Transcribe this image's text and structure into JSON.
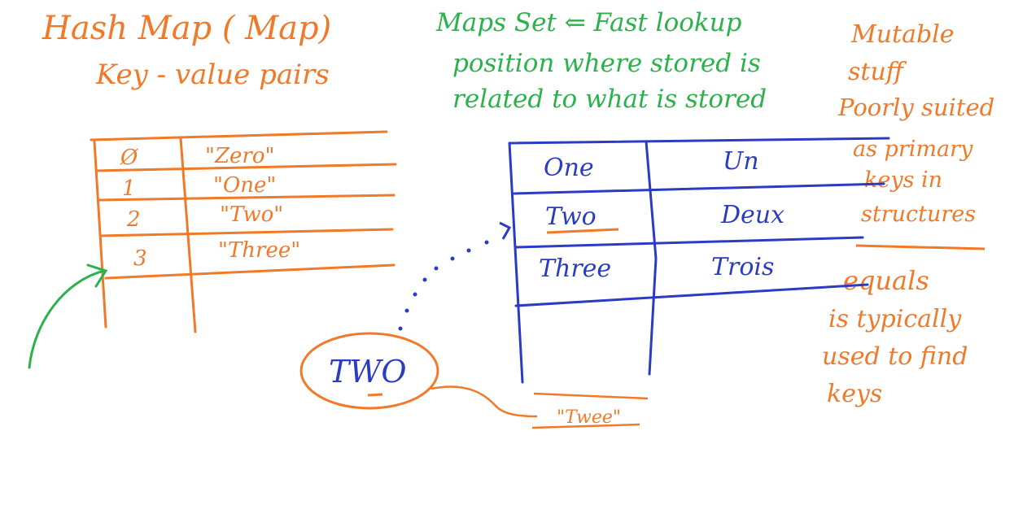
{
  "colors": {
    "orange": "#f07a2a",
    "green": "#2bb24c",
    "blue": "#2b3cc4",
    "background": "#ffffff"
  },
  "title": {
    "line1": "Hash Map  ( Map)",
    "line2": "Key - value pairs"
  },
  "green_note": {
    "line1": "Maps Set ⇐ Fast lookup",
    "line2": "position where stored is",
    "line3": "related to what is stored"
  },
  "right_note": {
    "line1": "Mutable",
    "line2": "stuff",
    "line3": "Poorly suited",
    "line4": "as primary",
    "line5": "keys in",
    "line6": "structures",
    "line7": "equals",
    "line8": "is typically",
    "line9": "used to find",
    "line10": "keys"
  },
  "array_table": {
    "rows": [
      {
        "index": "Ø",
        "value": "\"Zero\""
      },
      {
        "index": "1",
        "value": "\"One\""
      },
      {
        "index": "2",
        "value": "\"Two\""
      },
      {
        "index": "3",
        "value": "\"Three\""
      }
    ]
  },
  "map_table": {
    "rows": [
      {
        "key": "One",
        "value": "Un"
      },
      {
        "key": "Two",
        "value": "Deux"
      },
      {
        "key": "Three",
        "value": "Trois"
      }
    ]
  },
  "lookup": {
    "key": "TWO",
    "result_fragment": "\"Twee\""
  }
}
